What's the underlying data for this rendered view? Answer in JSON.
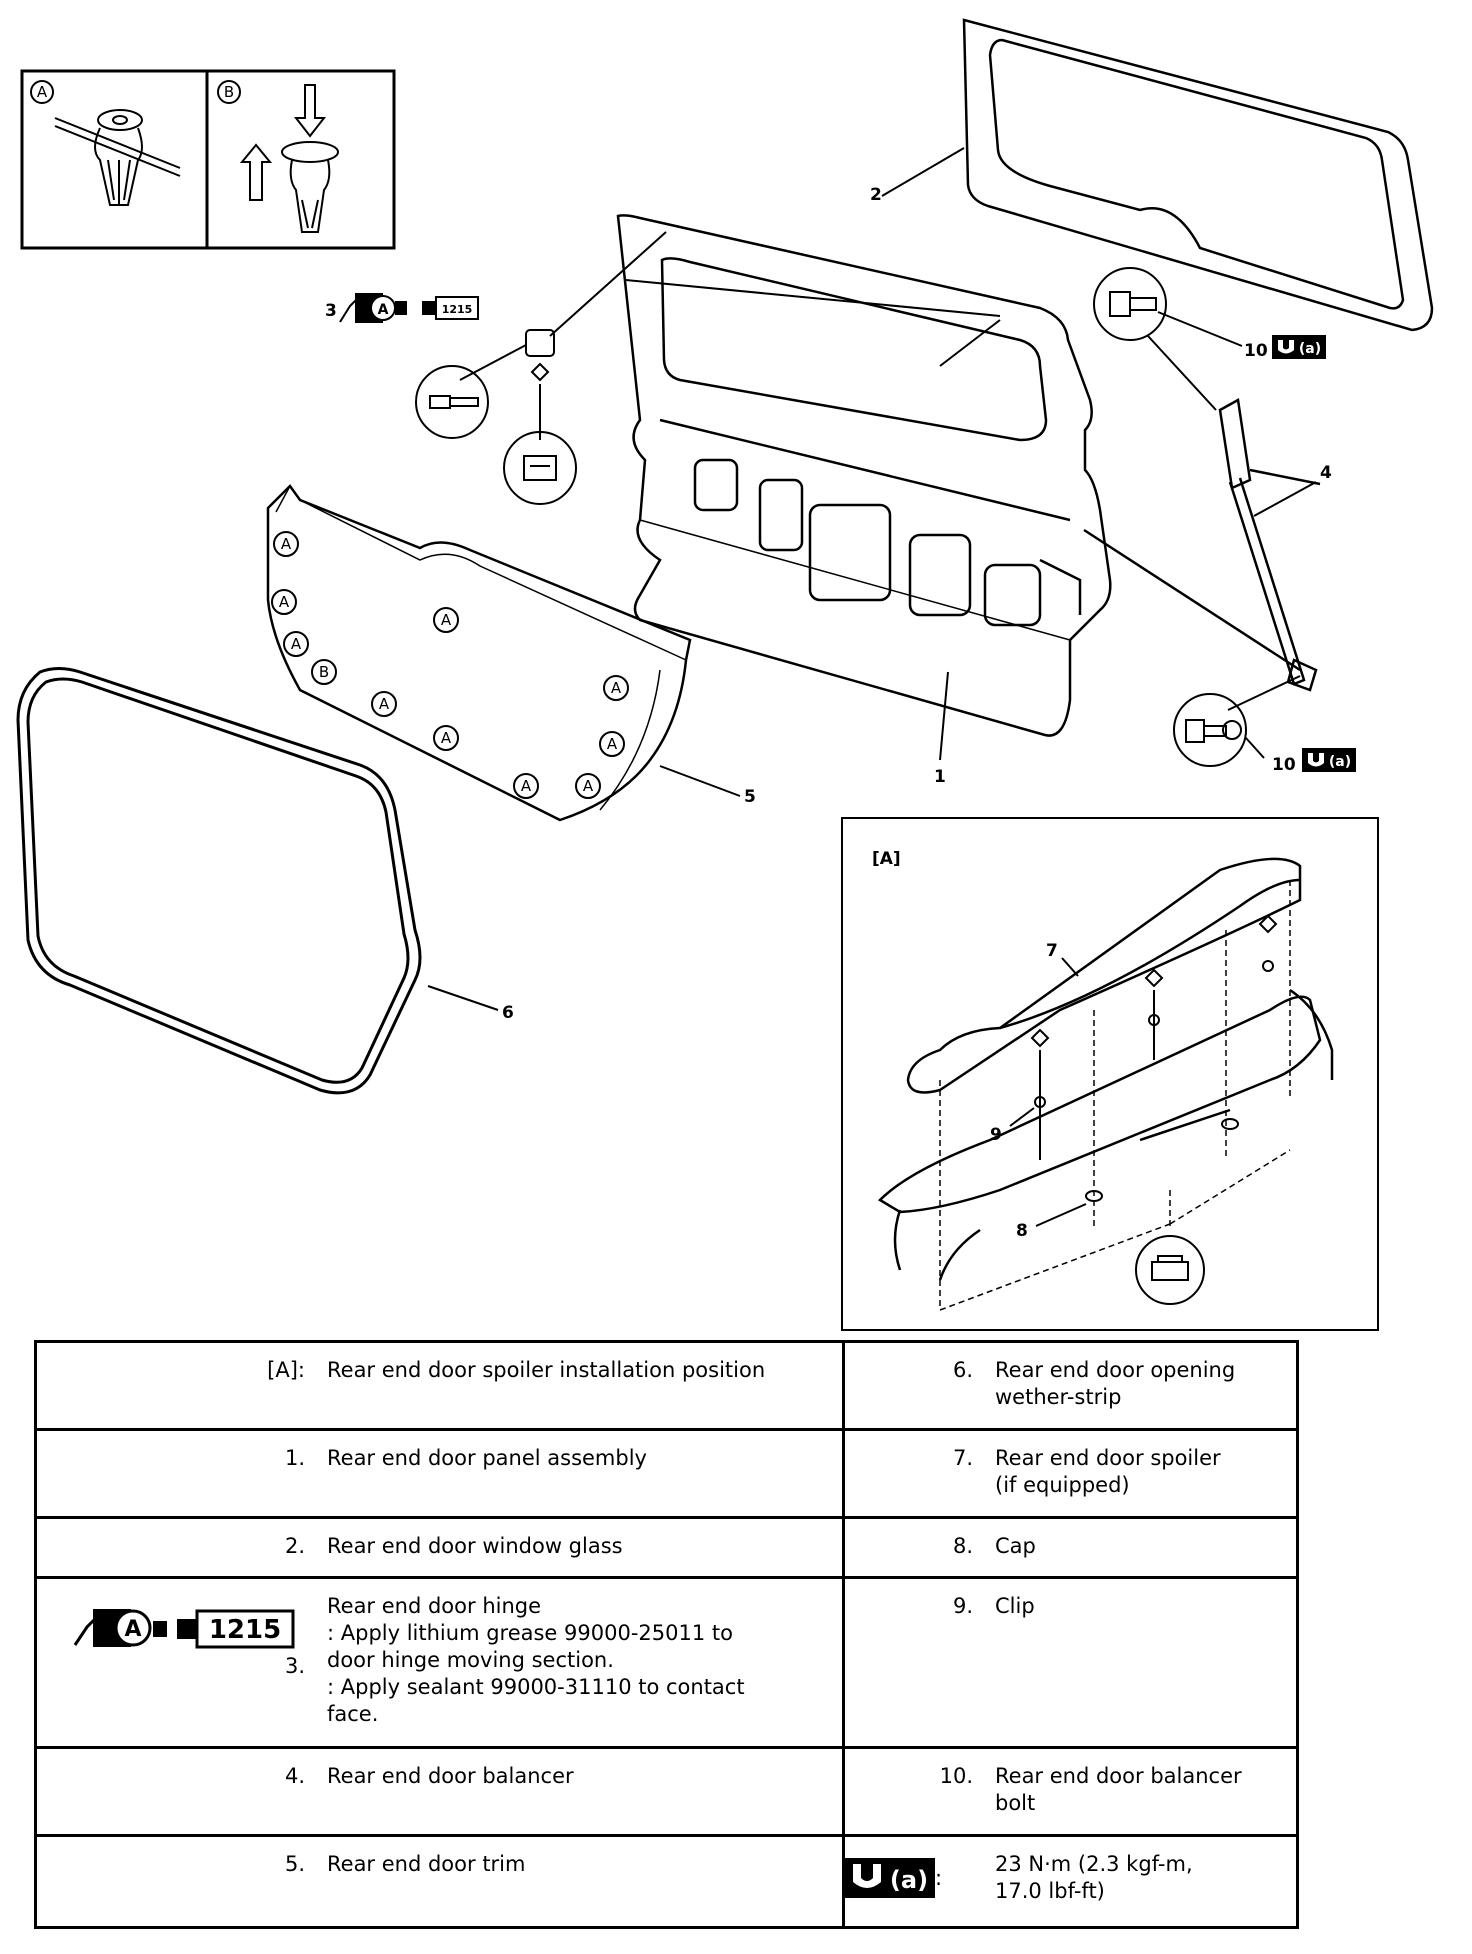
{
  "diagram": {
    "inset_labels": [
      "A",
      "B"
    ],
    "view_label": "[A]",
    "callouts": [
      "1",
      "2",
      "3",
      "4",
      "5",
      "6",
      "7",
      "8",
      "9",
      "10",
      "10"
    ],
    "torque_symbol_text": "(a)",
    "sealant_code": "1215",
    "grease_letter": "A",
    "clip_letter_A": "A",
    "clip_letter_B": "B"
  },
  "legend": {
    "rows": [
      {
        "left_num": "[A]:",
        "left_text": "Rear end door spoiler installation position",
        "right_num": "6.",
        "right_text": "Rear end door opening\nwether-strip"
      },
      {
        "left_num": "1.",
        "left_text": "Rear end door panel assembly",
        "right_num": "7.",
        "right_text": "Rear end door spoiler\n(if equipped)"
      },
      {
        "left_num": "2.",
        "left_text": "Rear end door window glass",
        "right_num": "8.",
        "right_text": "Cap"
      },
      {
        "left_num": "3.",
        "left_text": "Rear end door hinge\n: Apply lithium grease 99000-25011 to\ndoor hinge moving section.\n: Apply sealant 99000-31110 to contact\nface.",
        "right_num": "9.",
        "right_text": "Clip"
      },
      {
        "left_num": "4.",
        "left_text": "Rear end door balancer",
        "right_num": "10.",
        "right_text": "Rear end door balancer\nbolt"
      },
      {
        "left_num": "5.",
        "left_text": "Rear end door trim",
        "right_num": ":",
        "right_text": "23 N·m (2.3 kgf-m,\n17.0 lbf-ft)"
      }
    ],
    "row3_symbol_sealant": "1215",
    "row3_symbol_grease": "A",
    "row6_symbol_torque": "(a)"
  }
}
